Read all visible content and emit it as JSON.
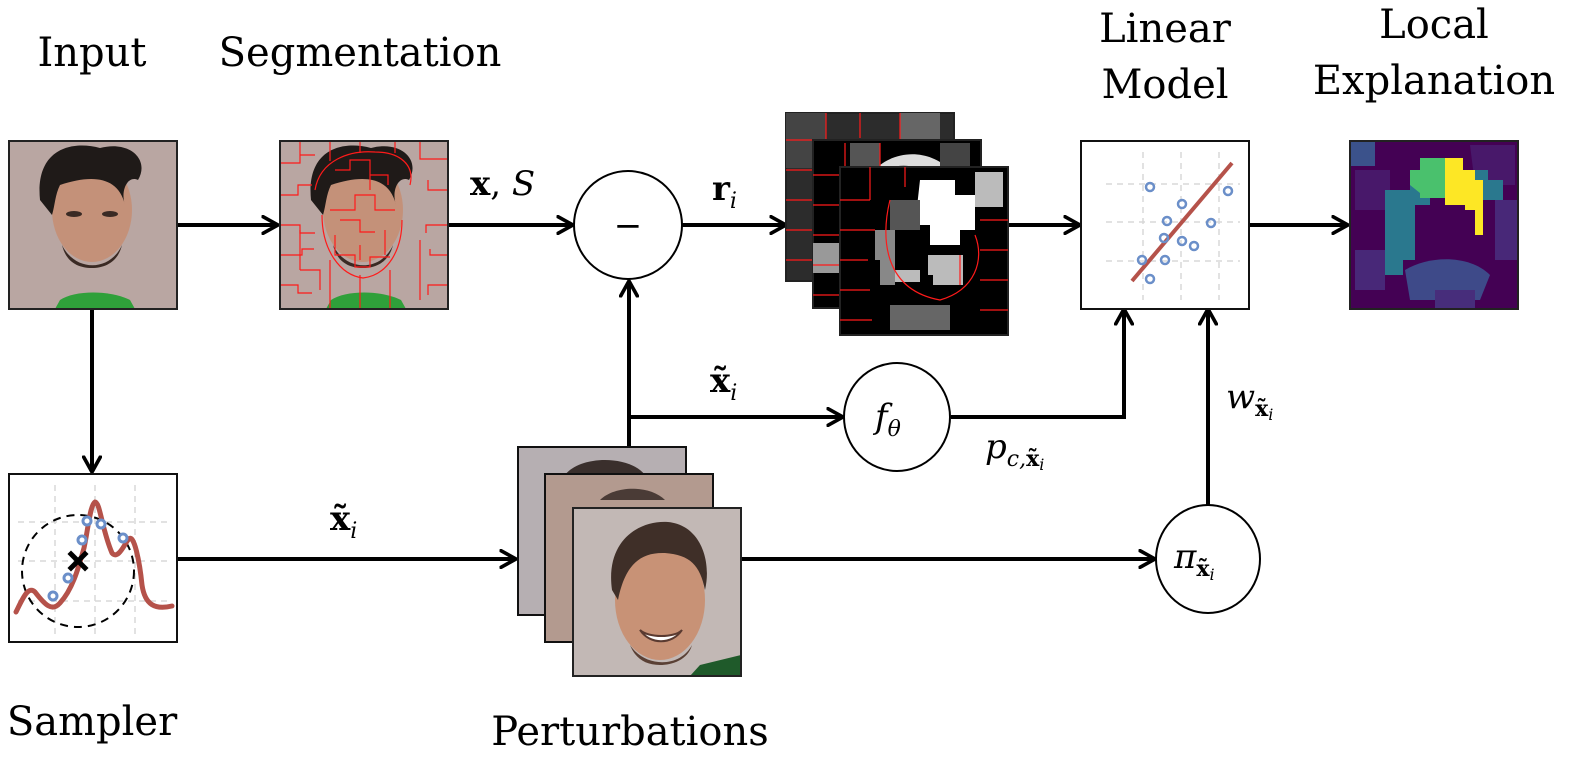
{
  "figure": {
    "titles": {
      "input": "Input",
      "segmentation": "Segmentation",
      "linear_model_line1": "Linear",
      "linear_model_line2": "Model",
      "local_explanation_line1": "Local",
      "local_explanation_line2": "Explanation",
      "sampler": "Sampler",
      "perturbations": "Perturbations"
    },
    "nodes": {
      "minus": {
        "symbol": "−"
      },
      "f_theta": {
        "base": "f",
        "sub": "θ"
      },
      "pi": {
        "base": "π",
        "sub_base": "x̃",
        "sub_index": "i"
      }
    },
    "edge_labels": {
      "x_S": {
        "bold": "x",
        "rest": ", ",
        "italic": "S"
      },
      "r_i": {
        "bold": "r",
        "sub": "i"
      },
      "x_tilde_top": {
        "bold": "x̃",
        "sub": "i"
      },
      "x_tilde_bottom": {
        "bold": "x̃",
        "sub": "i"
      },
      "p_c": {
        "base": "p",
        "sub_c": "c,",
        "sub_bold": "x̃",
        "sub_index": "i"
      },
      "w": {
        "base": "w",
        "sub_bold": "x̃",
        "sub_index": "i"
      }
    },
    "colors": {
      "segment_boundary": "#ff1a1a",
      "fit_line": "#b5524a",
      "sample_points": "#6b8fc9",
      "viridis_dark": "#440154",
      "viridis_teal": "#2a788e",
      "viridis_green": "#4ac16d",
      "viridis_yellow": "#fde725"
    }
  }
}
